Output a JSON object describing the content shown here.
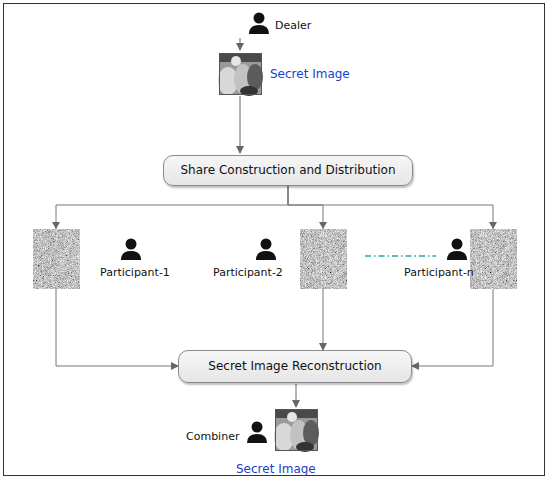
{
  "diagram": {
    "nodes": [
      {
        "text": [
          "Share Construction and Distribution"
        ]
      },
      {
        "text": [
          "Secret Image Reconstruction"
        ]
      }
    ],
    "edges": [
      {
        "from": 0,
        "to": 1,
        "arrow": "to"
      },
      {
        "from": 0,
        "to": 1,
        "arrow": "to"
      },
      {
        "from": 0,
        "to": 1,
        "arrow": "to"
      }
    ],
    "labels": [
      "Dealer",
      "Secret Image",
      "Participant-1",
      "Participant-2",
      "Participant-n",
      "Combiner",
      "Secret Image"
    ]
  }
}
